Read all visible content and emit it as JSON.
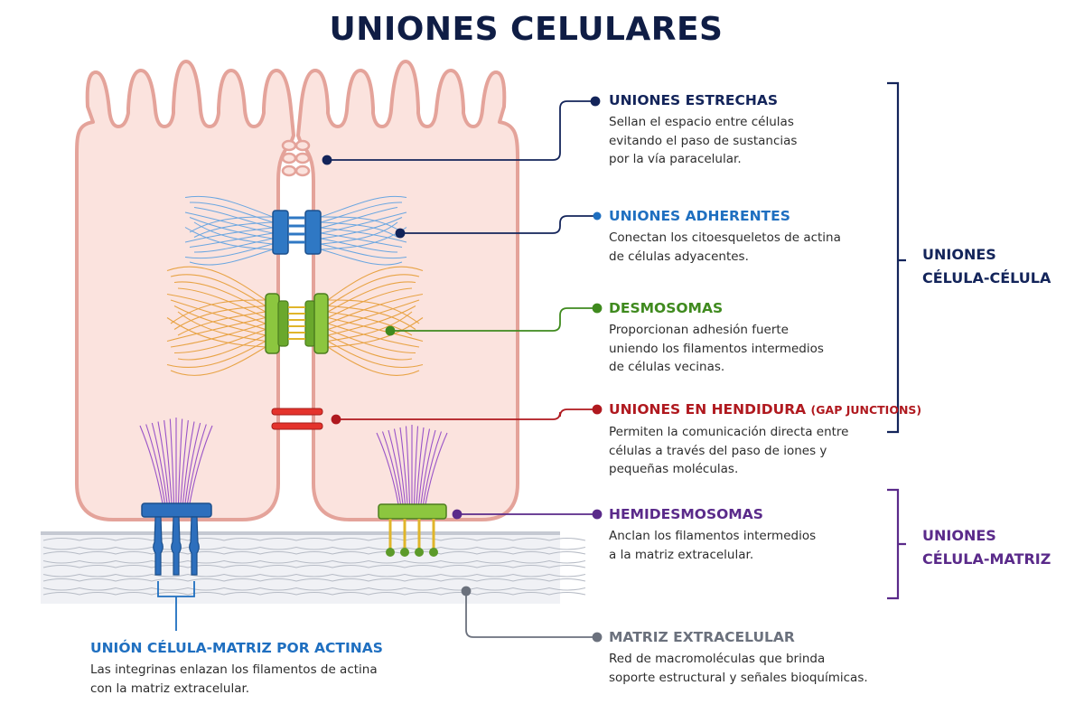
{
  "title": "UNIONES CELULARES",
  "colors": {
    "title": "#0f1d45",
    "tight": "#13245a",
    "adherens": "#1f6fc0",
    "desmosome": "#3f8a1e",
    "gap": "#b0191f",
    "hemi": "#5a2a8a",
    "ecm": "#6b717d",
    "actin_matrix": "#1f6fc0",
    "group_cell_cell": "#13245a",
    "group_cell_matrix": "#5a2a8a",
    "cell_fill": "#fbe3de",
    "cell_stroke": "#e4a39a"
  },
  "labels": {
    "tight": {
      "heading": "UNIONES ESTRECHAS",
      "lines": [
        "Sellan el espacio entre células",
        "evitando el paso de sustancias",
        "por la vía paracelular."
      ]
    },
    "adherens": {
      "heading": "UNIONES ADHERENTES",
      "lines": [
        "Conectan los citoesqueletos de actina",
        "de células adyacentes."
      ]
    },
    "desmosome": {
      "heading": "DESMOSOMAS",
      "lines": [
        "Proporcionan adhesión fuerte",
        "uniendo los filamentos intermedios",
        "de células vecinas."
      ]
    },
    "gap": {
      "heading": "UNIONES EN HENDIDURA",
      "heading_sub": "(GAP JUNCTIONS)",
      "lines": [
        "Permiten la comunicación directa entre",
        "células a través del paso de iones y",
        "pequeñas moléculas."
      ]
    },
    "hemi": {
      "heading": "HEMIDESMOSOMAS",
      "lines": [
        "Anclan los filamentos intermedios",
        "a la matriz extracelular."
      ]
    },
    "ecm": {
      "heading": "MATRIZ EXTRACELULAR",
      "lines": [
        "Red de macromoléculas que brinda",
        "soporte estructural y señales bioquímicas."
      ]
    },
    "actin_matrix": {
      "heading": "UNIÓN CÉLULA-MATRIZ POR ACTINAS",
      "lines": [
        "Las integrinas enlazan los filamentos de actina",
        "con la matriz extracelular."
      ]
    }
  },
  "groups": {
    "cell_cell": [
      "UNIONES",
      "CÉLULA-CÉLULA"
    ],
    "cell_matrix": [
      "UNIONES",
      "CÉLULA-MATRIZ"
    ]
  }
}
